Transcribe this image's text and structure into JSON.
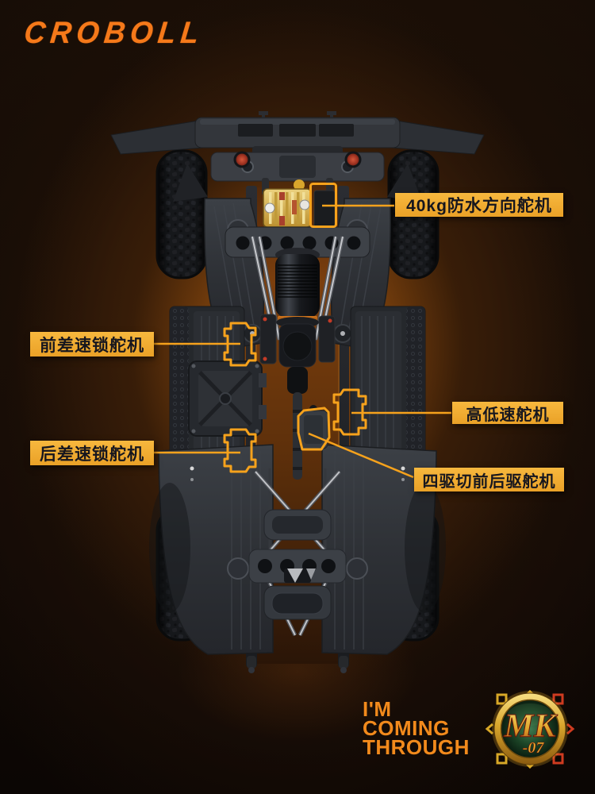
{
  "brand": {
    "name": "CROBOLL"
  },
  "callouts": [
    {
      "id": "steering-servo",
      "label": "40kg防水方向舵机"
    },
    {
      "id": "front-diff-lock-servo",
      "label": "前差速锁舵机"
    },
    {
      "id": "rear-diff-lock-servo",
      "label": "后差速锁舵机"
    },
    {
      "id": "high-low-speed-servo",
      "label": "高低速舵机"
    },
    {
      "id": "drive-switch-servo",
      "label": "四驱切前后驱舵机"
    }
  ],
  "slogan": {
    "lines": [
      "I'M",
      "COMING",
      "THROUGH"
    ]
  },
  "badge": {
    "title": "MK",
    "code": "-07"
  },
  "colors": {
    "accent": "#F6A21C",
    "label_bg": "#F0A832",
    "label_text": "#16161E",
    "logo": "#F5791A",
    "slogan": "#F28A1C",
    "badge_gold": "#E9B93A",
    "badge_green": "#1E4A2E",
    "bg_glow": "#84470F"
  }
}
